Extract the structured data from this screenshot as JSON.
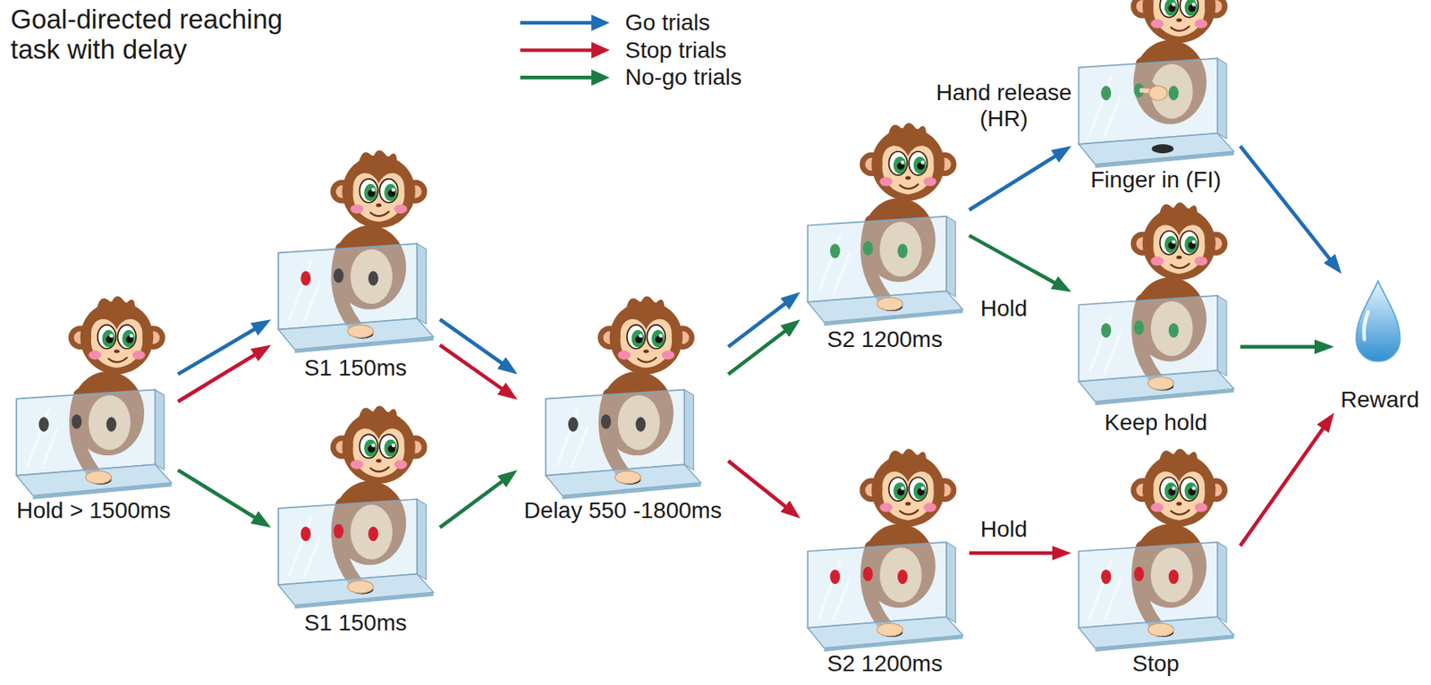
{
  "diagram": {
    "title": "Goal-directed reaching task with delay",
    "nodes": [
      {
        "text": [
          "Hold > 1500ms"
        ]
      },
      {
        "text": [
          "S1 150ms"
        ]
      },
      {
        "text": [
          "S1 150ms"
        ]
      },
      {
        "text": [
          "Delay 550 -1800ms"
        ]
      },
      {
        "text": [
          "S2 1200ms"
        ]
      },
      {
        "text": [
          "S2 1200ms"
        ]
      },
      {
        "text": [
          "Finger in (FI)"
        ]
      },
      {
        "text": [
          "Keep hold"
        ]
      },
      {
        "text": [
          "Stop"
        ]
      },
      {
        "text": [
          "Reward"
        ]
      }
    ],
    "edges": [
      {
        "from": 0,
        "to": 1,
        "arrow": "to"
      },
      {
        "from": 0,
        "to": 1,
        "arrow": "to"
      },
      {
        "from": 0,
        "to": 2,
        "arrow": "to"
      },
      {
        "from": 1,
        "to": 3,
        "arrow": "to"
      },
      {
        "from": 1,
        "to": 3,
        "arrow": "to"
      },
      {
        "from": 2,
        "to": 3,
        "arrow": "to"
      },
      {
        "from": 3,
        "to": 4,
        "arrow": "to"
      },
      {
        "from": 3,
        "to": 4,
        "arrow": "to"
      },
      {
        "from": 3,
        "to": 5,
        "arrow": "to"
      },
      {
        "from": 4,
        "to": 6,
        "label": "Hand release (HR)",
        "arrow": "to"
      },
      {
        "from": 4,
        "to": 7,
        "label": "Hold",
        "arrow": "to"
      },
      {
        "from": 5,
        "to": 8,
        "label": "Hold",
        "arrow": "to"
      },
      {
        "from": 6,
        "to": 9,
        "arrow": "to"
      },
      {
        "from": 7,
        "to": 9,
        "arrow": "to"
      },
      {
        "from": 8,
        "to": 9,
        "arrow": "to"
      }
    ],
    "legend": [
      {
        "text": "Go trials"
      },
      {
        "text": "Stop trials"
      },
      {
        "text": "No-go trials"
      }
    ]
  }
}
